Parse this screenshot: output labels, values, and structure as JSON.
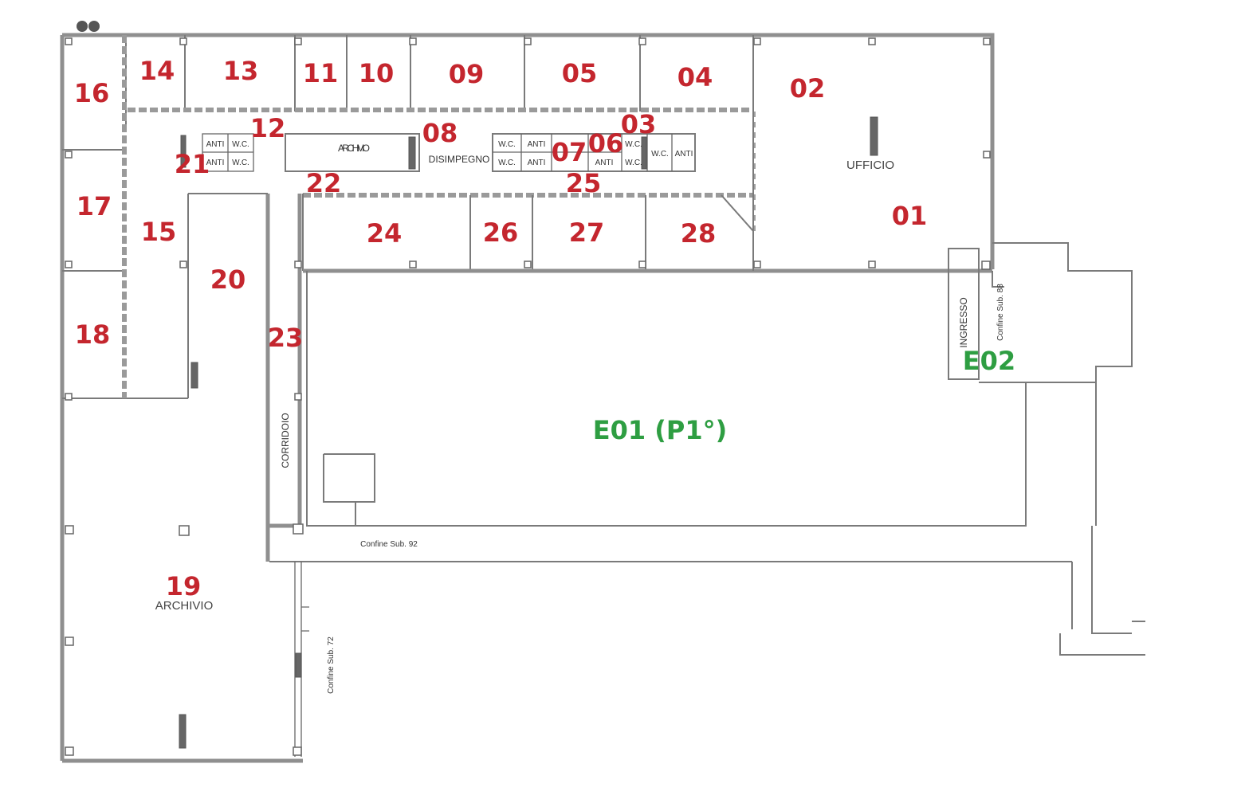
{
  "rooms": {
    "r01": "01",
    "r02": "02",
    "r03": "03",
    "r04": "04",
    "r05": "05",
    "r06": "06",
    "r07": "07",
    "r08": "08",
    "r09": "09",
    "r10": "10",
    "r11": "11",
    "r12": "12",
    "r13": "13",
    "r14": "14",
    "r15": "15",
    "r16": "16",
    "r17": "17",
    "r18": "18",
    "r19": "19",
    "r20": "20",
    "r21": "21",
    "r22": "22",
    "r23": "23",
    "r24": "24",
    "r25": "25",
    "r26": "26",
    "r27": "27",
    "r28": "28"
  },
  "zones": {
    "e01": "E01 (P1°)",
    "e02": "E02"
  },
  "labels": {
    "ufficio": "UFFICIO",
    "archivio_center": "ARCHIVIO",
    "archivio_19": "ARCHIVIO",
    "disimpegno": "DISIMPEGNO",
    "corridoio": "CORRIDOIO",
    "ingresso": "INGRESSO",
    "anti": "ANTI",
    "wc": "W.C.",
    "confine_92": "Confine Sub. 92",
    "confine_72": "Confine Sub. 72",
    "confine_88": "Confine Sub. 88"
  },
  "colors": {
    "room_number": "#c4262e",
    "zone_label": "#2e9e42",
    "wall": "#8f8f8f"
  }
}
